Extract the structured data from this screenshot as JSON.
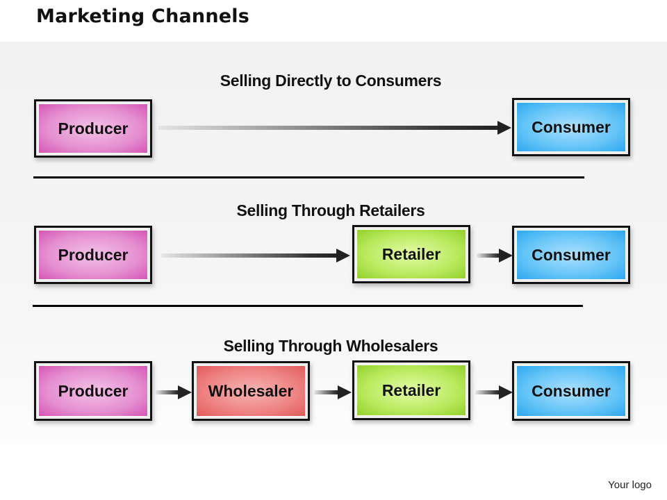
{
  "title": "Marketing Channels",
  "logo_text": "Your logo",
  "sections": [
    {
      "heading": "Selling Directly to Consumers",
      "nodes": [
        {
          "label": "Producer",
          "color": "#e58fd0"
        },
        {
          "label": "Consumer",
          "color": "#64c4f7"
        }
      ]
    },
    {
      "heading": "Selling Through Retailers",
      "nodes": [
        {
          "label": "Producer",
          "color": "#e58fd0"
        },
        {
          "label": "Retailer",
          "color": "#b8ea5e"
        },
        {
          "label": "Consumer",
          "color": "#64c4f7"
        }
      ]
    },
    {
      "heading": "Selling Through Wholesalers",
      "nodes": [
        {
          "label": "Producer",
          "color": "#e58fd0"
        },
        {
          "label": "Wholesaler",
          "color": "#ee8383"
        },
        {
          "label": "Retailer",
          "color": "#b8ea5e"
        },
        {
          "label": "Consumer",
          "color": "#64c4f7"
        }
      ]
    }
  ]
}
